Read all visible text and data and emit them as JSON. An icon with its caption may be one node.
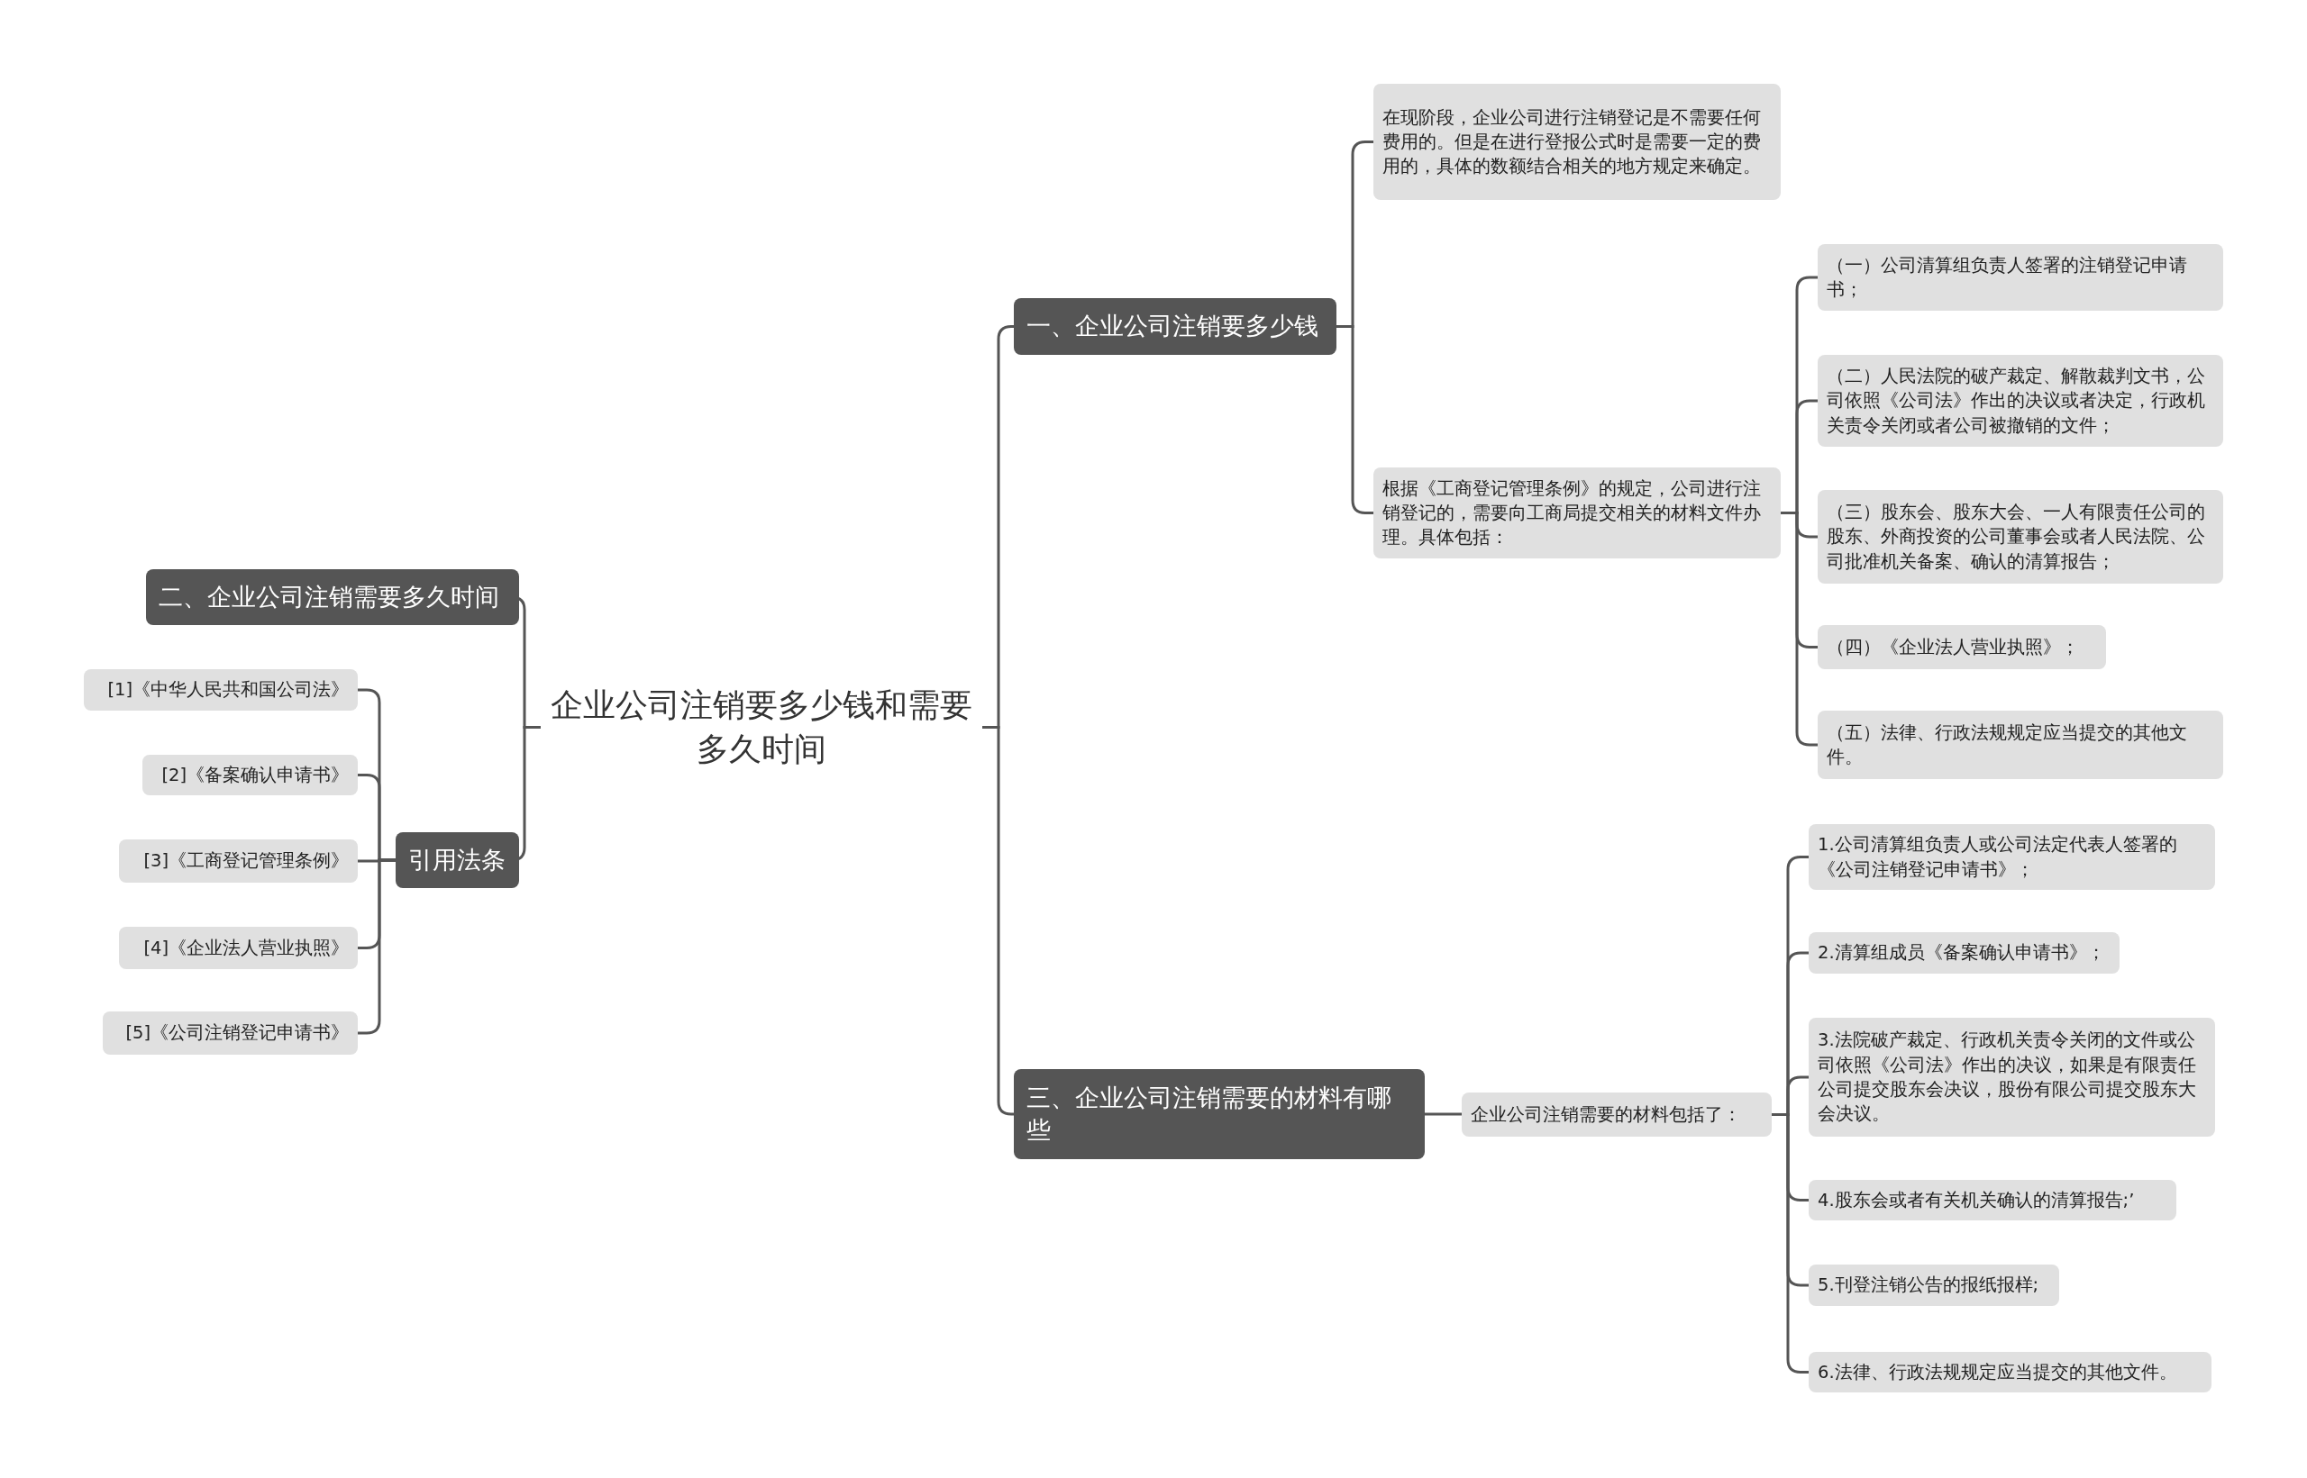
{
  "diagram": {
    "nodes": [
      {
        "text": [
          "企业公司注销要多少钱和需要多久时间"
        ]
      },
      {
        "text": [
          "一、企业公司注销要多少钱"
        ]
      },
      {
        "text": [
          "在现阶段，企业公司进行注销登记是不需要任何费用的。但是在进行登报公式时是需要一定的费用的，具体的数额结合相关的地方规定来确定。"
        ]
      },
      {
        "text": [
          "根据《工商登记管理条例》的规定，公司进行注销登记的，需要向工商局提交相关的材料文件办理。具体包括："
        ]
      },
      {
        "text": [
          "（一）公司清算组负责人签署的注销登记申请书；"
        ]
      },
      {
        "text": [
          "（二）人民法院的破产裁定、解散裁判文书，公司依照《公司法》作出的决议或者决定，行政机关责令关闭或者公司被撤销的文件；"
        ]
      },
      {
        "text": [
          "（三）股东会、股东大会、一人有限责任公司的股东、外商投资的公司董事会或者人民法院、公司批准机关备案、确认的清算报告；"
        ]
      },
      {
        "text": [
          "（四）《企业法人营业执照》；"
        ]
      },
      {
        "text": [
          "（五）法律、行政法规规定应当提交的其他文件。"
        ]
      },
      {
        "text": [
          "三、企业公司注销需要的材料有哪些"
        ]
      },
      {
        "text": [
          "企业公司注销需要的材料包括了："
        ]
      },
      {
        "text": [
          "1.公司清算组负责人或公司法定代表人签署的《公司注销登记申请书》；"
        ]
      },
      {
        "text": [
          "2.清算组成员《备案确认申请书》；"
        ]
      },
      {
        "text": [
          "3.法院破产裁定、行政机关责令关闭的文件或公司依照《公司法》作出的决议，如果是有限责任公司提交股东会决议，股份有限公司提交股东大会决议。"
        ]
      },
      {
        "text": [
          "4.股东会或者有关机关确认的清算报告;’"
        ]
      },
      {
        "text": [
          "5.刊登注销公告的报纸报样;"
        ]
      },
      {
        "text": [
          "6.法律、行政法规规定应当提交的其他文件。"
        ]
      },
      {
        "text": [
          "二、企业公司注销需要多久时间"
        ]
      },
      {
        "text": [
          "引用法条"
        ]
      },
      {
        "text": [
          "[1]《中华人民共和国公司法》"
        ]
      },
      {
        "text": [
          "[2]《备案确认申请书》"
        ]
      },
      {
        "text": [
          "[3]《工商登记管理条例》"
        ]
      },
      {
        "text": [
          "[4]《企业法人营业执照》"
        ]
      },
      {
        "text": [
          "[5]《公司注销登记申请书》"
        ]
      }
    ],
    "edges": [
      {
        "from": 0,
        "to": 1,
        "arrow": "none"
      },
      {
        "from": 0,
        "to": 9,
        "arrow": "none"
      },
      {
        "from": 0,
        "to": 17,
        "arrow": "none"
      },
      {
        "from": 0,
        "to": 18,
        "arrow": "none"
      },
      {
        "from": 1,
        "to": 2,
        "arrow": "none"
      },
      {
        "from": 1,
        "to": 3,
        "arrow": "none"
      },
      {
        "from": 3,
        "to": 4,
        "arrow": "none"
      },
      {
        "from": 3,
        "to": 5,
        "arrow": "none"
      },
      {
        "from": 3,
        "to": 6,
        "arrow": "none"
      },
      {
        "from": 3,
        "to": 7,
        "arrow": "none"
      },
      {
        "from": 3,
        "to": 8,
        "arrow": "none"
      },
      {
        "from": 9,
        "to": 10,
        "arrow": "none"
      },
      {
        "from": 10,
        "to": 11,
        "arrow": "none"
      },
      {
        "from": 10,
        "to": 12,
        "arrow": "none"
      },
      {
        "from": 10,
        "to": 13,
        "arrow": "none"
      },
      {
        "from": 10,
        "to": 14,
        "arrow": "none"
      },
      {
        "from": 10,
        "to": 15,
        "arrow": "none"
      },
      {
        "from": 10,
        "to": 16,
        "arrow": "none"
      },
      {
        "from": 18,
        "to": 19,
        "arrow": "none"
      },
      {
        "from": 18,
        "to": 20,
        "arrow": "none"
      },
      {
        "from": 18,
        "to": 21,
        "arrow": "none"
      },
      {
        "from": 18,
        "to": 22,
        "arrow": "none"
      },
      {
        "from": 18,
        "to": 23,
        "arrow": "none"
      }
    ]
  }
}
